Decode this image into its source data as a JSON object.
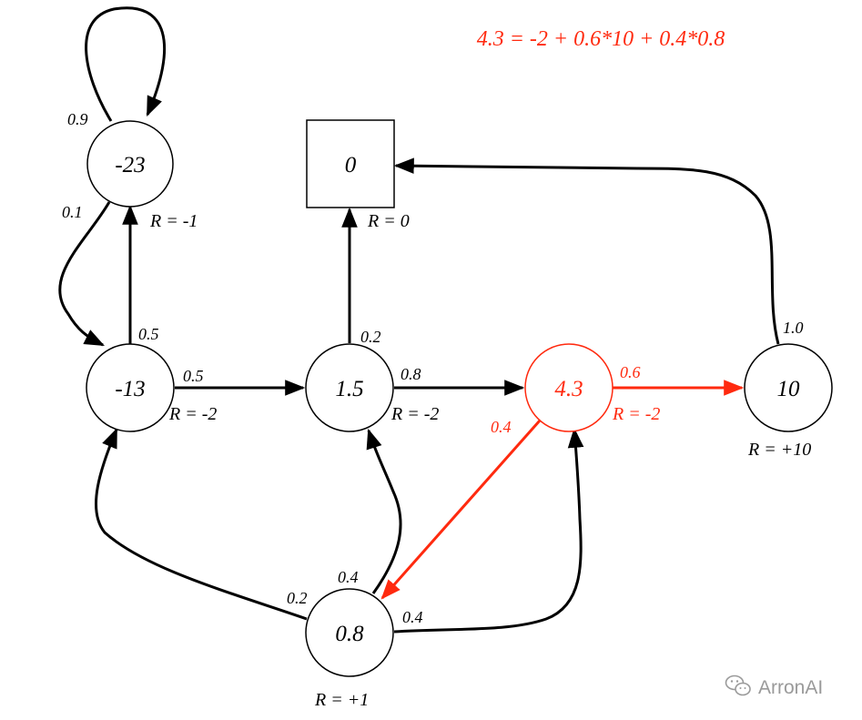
{
  "colors": {
    "black": "#000000",
    "highlight": "#ff2a0f",
    "watermark": "#9a9a9a"
  },
  "formula": "4.3 = -2 + 0.6*10 + 0.4*0.8",
  "states": {
    "s_neg23": {
      "value": "-23",
      "reward": "R = -1"
    },
    "s_neg13": {
      "value": "-13",
      "reward": "R = -2"
    },
    "s_terminal": {
      "value": "0",
      "reward": "R = 0"
    },
    "s_1_5": {
      "value": "1.5",
      "reward": "R = -2"
    },
    "s_4_3": {
      "value": "4.3",
      "reward": "R = -2"
    },
    "s_10": {
      "value": "10",
      "reward": "R = +10"
    },
    "s_0_8": {
      "value": "0.8",
      "reward": "R = +1"
    }
  },
  "edges": {
    "neg23_self": "0.9",
    "neg23_to_neg13": "0.1",
    "neg13_to_neg23": "0.5",
    "neg13_to_1_5": "0.5",
    "s1_5_to_terminal": "0.2",
    "s1_5_to_4_3": "0.8",
    "s4_3_to_10": "0.6",
    "s4_3_to_0_8": "0.4",
    "s10_to_terminal": "1.0",
    "s0_8_to_neg13": "0.2",
    "s0_8_to_1_5": "0.4",
    "s0_8_to_4_3": "0.4"
  },
  "watermark": {
    "icon": "wechat-icon",
    "text": "ArronAI"
  }
}
